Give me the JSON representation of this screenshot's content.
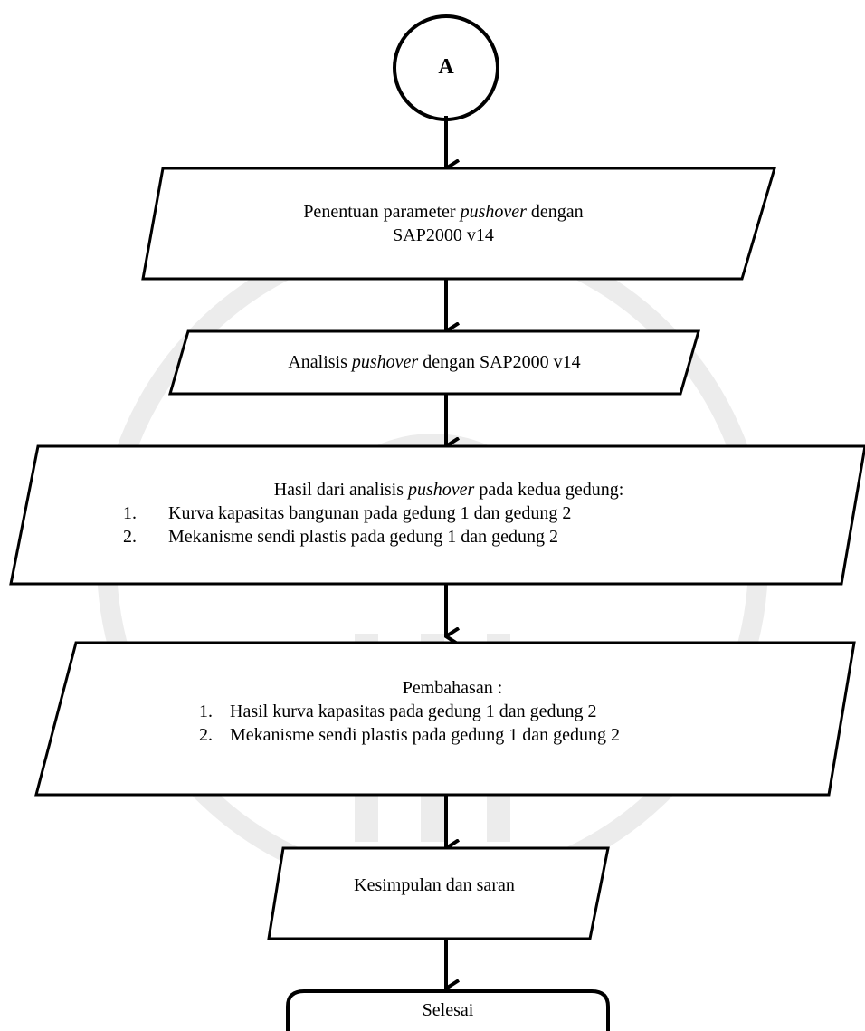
{
  "connector": {
    "label": "A"
  },
  "steps": [
    {
      "line1_pre": "Penentuan parameter ",
      "line1_em": "pushover",
      "line1_post": " dengan",
      "line2": "SAP2000 v14"
    },
    {
      "pre": "Analisis ",
      "em": "pushover",
      "post": " dengan SAP2000 v14"
    },
    {
      "head_pre": "Hasil dari analisis ",
      "head_em": "pushover",
      "head_post": " pada kedua gedung:",
      "items": [
        {
          "num": "1.",
          "text": "Kurva kapasitas bangunan pada gedung 1 dan gedung 2"
        },
        {
          "num": "2.",
          "text": "Mekanisme sendi plastis pada gedung 1 dan gedung 2"
        }
      ]
    },
    {
      "head": "Pembahasan :",
      "items": [
        {
          "num": "1.",
          "text": "Hasil kurva kapasitas pada gedung 1 dan gedung 2"
        },
        {
          "num": "2.",
          "text": "Mekanisme sendi plastis pada gedung 1 dan gedung 2"
        }
      ]
    },
    {
      "text": "Kesimpulan dan saran"
    }
  ],
  "terminator": {
    "label": "Selesai"
  },
  "colors": {
    "stroke": "#000000",
    "watermark": "#e6e6e6"
  }
}
